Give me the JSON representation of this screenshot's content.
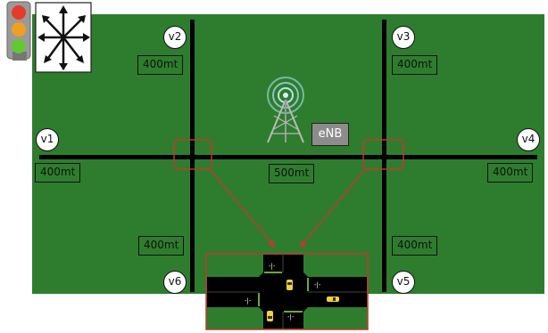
{
  "vehicles": [
    {
      "id": "v1",
      "label": "v1"
    },
    {
      "id": "v2",
      "label": "v2"
    },
    {
      "id": "v3",
      "label": "v3"
    },
    {
      "id": "v4",
      "label": "v4"
    },
    {
      "id": "v5",
      "label": "v5"
    },
    {
      "id": "v6",
      "label": "v6"
    }
  ],
  "distances": {
    "v1_segment": "400mt",
    "v2_segment": "400mt",
    "v3_segment": "400mt",
    "v4_segment": "400mt",
    "v5_segment": "400mt",
    "v6_segment": "400mt",
    "middle_segment": "500mt"
  },
  "base_station": {
    "label": "eNB"
  },
  "icons": {
    "app_logo": "traffic-light-icon",
    "tower": "cell-tower-icon",
    "car": "car-icon"
  },
  "colors": {
    "field": "#2e7d2e",
    "road": "#000000",
    "highlight": "#c0392b",
    "node_fill": "#ffffff",
    "enb_fill": "#8c8c8c"
  }
}
